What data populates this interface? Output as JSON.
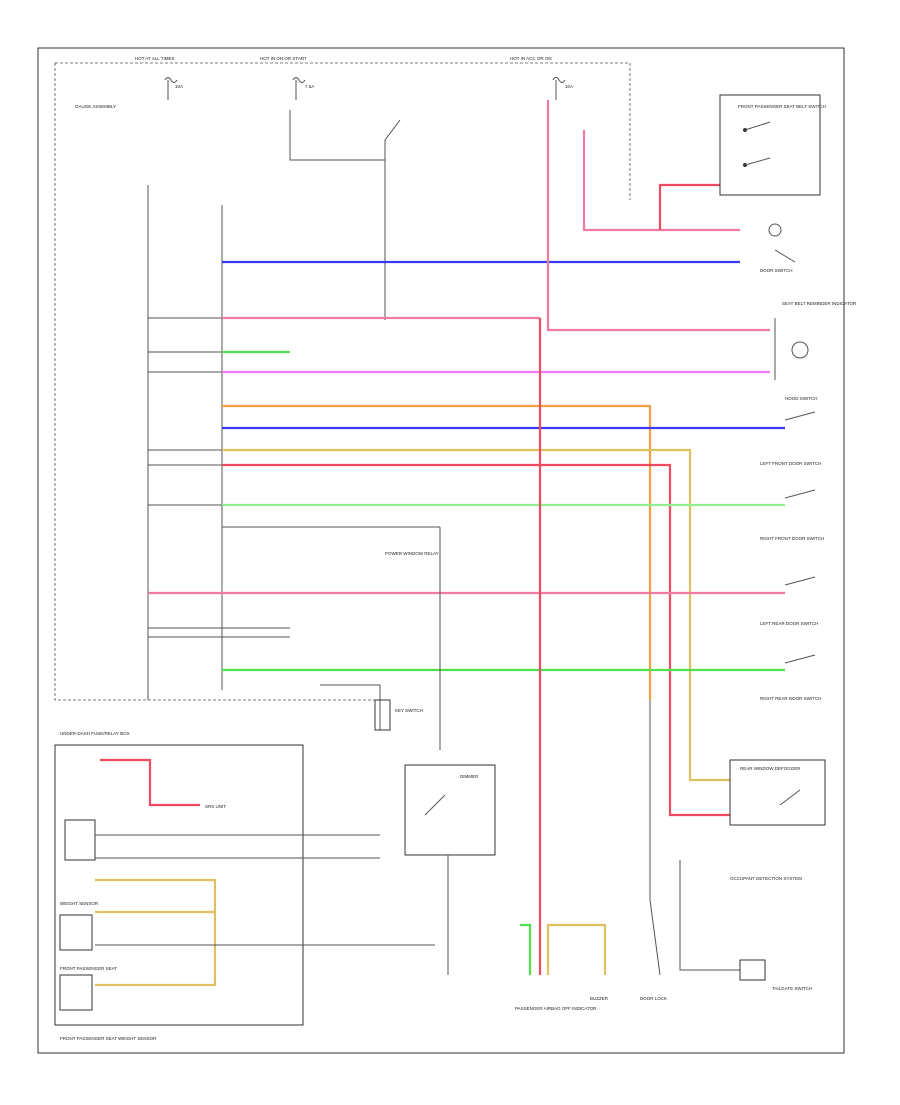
{
  "diagram": {
    "labels": {
      "fuse_hot_all": "HOT AT ALL TIMES",
      "fuse_hot_run": "HOT IN ON OR START",
      "fuse_hot_acc": "HOT IN ACC OR ON",
      "fuse_num_1": "10A",
      "fuse_num_2": "7.5A",
      "fuse_num_3": "10A",
      "junction_label": "UNDER-DASH FUSE/RELAY BOX",
      "meter_label": "GAUGE ASSEMBLY",
      "left_ecu": "SRS UNIT",
      "switch_top_right": "FRONT PASSENGER SEAT BELT SWITCH",
      "door_switch": "DOOR SWITCH",
      "seatbelt_light": "SEAT BELT REMINDER INDICATOR",
      "relay_label": "POWER WINDOW RELAY",
      "key_switch": "KEY SWITCH",
      "dimmer": "DIMMER",
      "buzzer": "BUZZER",
      "occupant_det": "OCCUPANT DETECTION SYSTEM",
      "passenger_airbag_off": "PASSENGER AIRBAG OFF INDICATOR",
      "weight_sensor": "WEIGHT SENSOR",
      "front_pass_seat": "FRONT PASSENGER SEAT",
      "door_lock": "DOOR LOCK",
      "left_front_door": "LEFT FRONT DOOR SWITCH",
      "right_front_door": "RIGHT FRONT DOOR SWITCH",
      "left_rear_door": "LEFT REAR DOOR SWITCH",
      "right_rear_door": "RIGHT REAR DOOR SWITCH",
      "tailgate": "TAILGATE SWITCH",
      "hood_switch": "HOOD SWITCH",
      "rear_defog": "REAR WINDOW DEFOGGER",
      "bottom_note": "FRONT PASSENGER SEAT WEIGHT SENSOR"
    },
    "wire_colors": {
      "blue": "#3a3af0",
      "pink": "#f07aa0",
      "red": "#f04a60",
      "magenta": "#f07af0",
      "orange": "#f0a040",
      "green": "#50e050",
      "lightgreen": "#90f090",
      "tan": "#e0c060",
      "gray": "#555555",
      "lightorange": "#f8c090"
    }
  }
}
